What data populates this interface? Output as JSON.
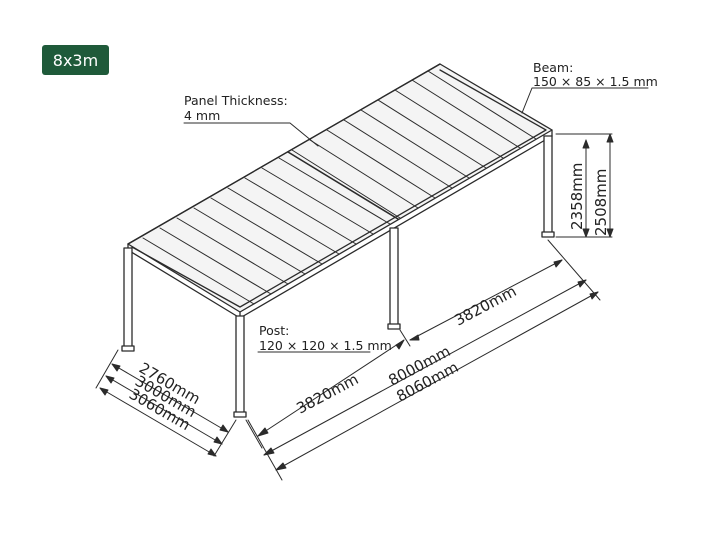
{
  "badge": {
    "label": "8x3m",
    "color": "#1f5a3a"
  },
  "labels": {
    "panel_title": "Panel Thickness:",
    "panel_value": "4 mm",
    "beam_title": "Beam:",
    "beam_value": "150 × 85 × 1.5 mm",
    "post_title": "Post:",
    "post_value": "120 × 120 × 1.5 mm"
  },
  "dimensions": {
    "height_inner": "2358mm",
    "height_outer": "2508mm",
    "span_right": "3820mm",
    "span_left": "3820mm",
    "length_inner": "8000mm",
    "length_outer": "8060mm",
    "width_inner": "2760mm",
    "width_mid": "3000mm",
    "width_outer": "3060mm"
  },
  "colors": {
    "line": "#2b2b2b",
    "panel_fill": "#f4f4f4"
  }
}
